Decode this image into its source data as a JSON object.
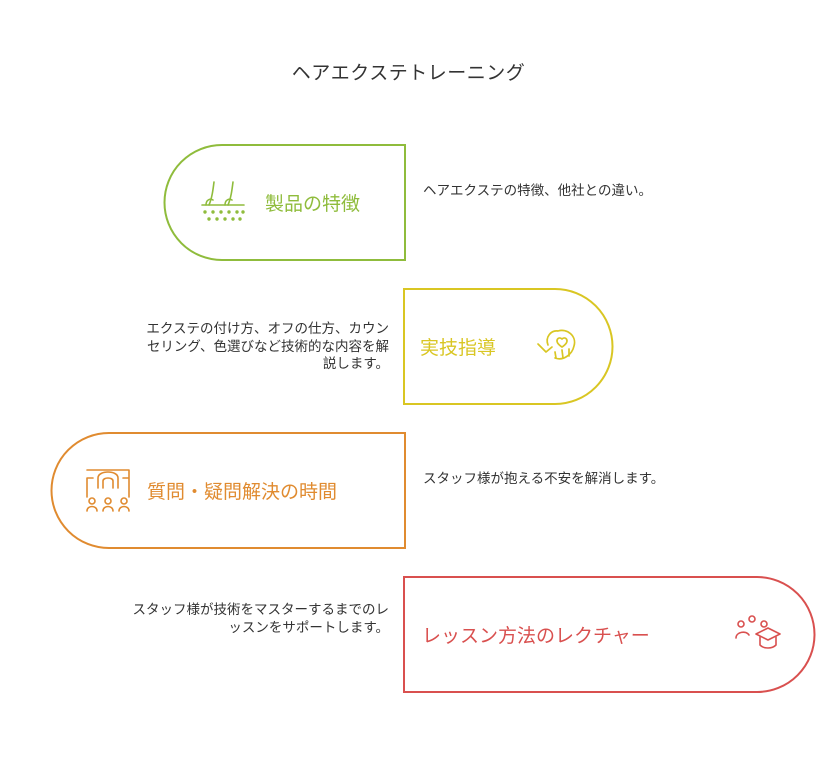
{
  "title": "ヘアエクステトレーニング",
  "colors": {
    "step1": "#8fbc3c",
    "step2": "#d9c623",
    "step3": "#e08b30",
    "step4": "#d9504f",
    "text": "#333333"
  },
  "steps": [
    {
      "label": "製品の特徴",
      "description": "ヘアエクステの特徴、他社との違い。",
      "icon": "hair-follicle-icon",
      "shape": "rounded-left"
    },
    {
      "label": "実技指導",
      "description": "エクステの付け方、オフの仕方、カウンセリング、色選びなど技術的な内容を解説します。",
      "icon": "hand-heart-icon",
      "shape": "rounded-right"
    },
    {
      "label": "質問・疑問解決の時間",
      "description": "スタッフ様が抱える不安を解消します。",
      "icon": "people-network-icon",
      "shape": "rounded-left"
    },
    {
      "label": "レッスン方法のレクチャー",
      "description": "スタッフ様が技術をマスターするまでのレッスンをサポートします。",
      "icon": "graduation-cap-icon",
      "shape": "rounded-right"
    }
  ]
}
